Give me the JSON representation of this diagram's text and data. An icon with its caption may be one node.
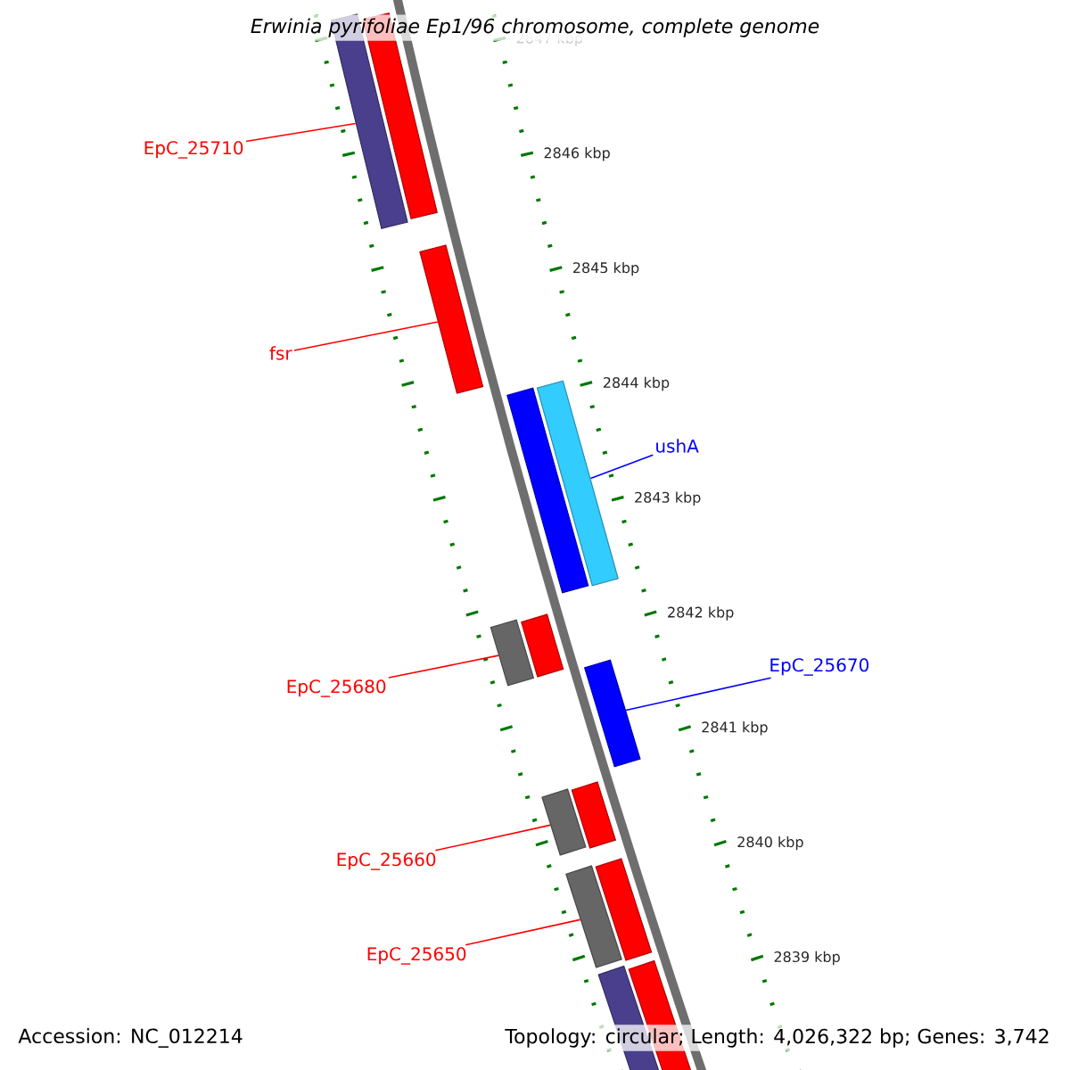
{
  "diagram": {
    "title": "Erwinia pyrifoliae Ep1/96 chromosome, complete genome",
    "nodes": [
      {
        "text": [
          "EpC_25710"
        ]
      },
      {
        "text": [
          "fsr"
        ]
      },
      {
        "text": [
          "ushA"
        ]
      },
      {
        "text": [
          "EpC_25670"
        ]
      },
      {
        "text": [
          "EpC_25680"
        ]
      },
      {
        "text": [
          "EpC_25660"
        ]
      },
      {
        "text": [
          "EpC_25650"
        ]
      },
      {
        "text": [],
        "shape": "bar"
      },
      {
        "text": [],
        "shape": "bar"
      },
      {
        "text": [],
        "shape": "bar"
      },
      {
        "text": [],
        "shape": "bar"
      },
      {
        "text": [],
        "shape": "bar"
      },
      {
        "text": [],
        "shape": "bar"
      },
      {
        "text": [],
        "shape": "bar"
      },
      {
        "text": [],
        "shape": "bar"
      },
      {
        "text": [],
        "shape": "bar"
      },
      {
        "text": [],
        "shape": "bar"
      },
      {
        "text": [],
        "shape": "bar"
      },
      {
        "text": [],
        "shape": "bar"
      },
      {
        "text": [],
        "shape": "bar"
      },
      {
        "text": [],
        "shape": "bar"
      }
    ],
    "edges": [
      {
        "from": 0,
        "to": 7,
        "arrow": "none"
      },
      {
        "from": 1,
        "to": 9,
        "arrow": "none"
      },
      {
        "from": 2,
        "to": 11,
        "arrow": "none",
        "color": "#0000ff"
      },
      {
        "from": 3,
        "to": 14,
        "arrow": "none",
        "color": "#0000ff"
      },
      {
        "from": 4,
        "to": 12,
        "arrow": "none"
      },
      {
        "from": 5,
        "to": 15,
        "arrow": "none"
      },
      {
        "from": 6,
        "to": 17,
        "arrow": "none"
      }
    ],
    "labels": [
      "2847 kbp",
      "2846 kbp",
      "2845 kbp",
      "2844 kbp",
      "2843 kbp",
      "2842 kbp",
      "2841 kbp",
      "2840 kbp",
      "2839 kbp",
      "Accession: NC_012214",
      "Topology: circular; Length: 4,026,322 bp; Genes: 3,742"
    ]
  }
}
